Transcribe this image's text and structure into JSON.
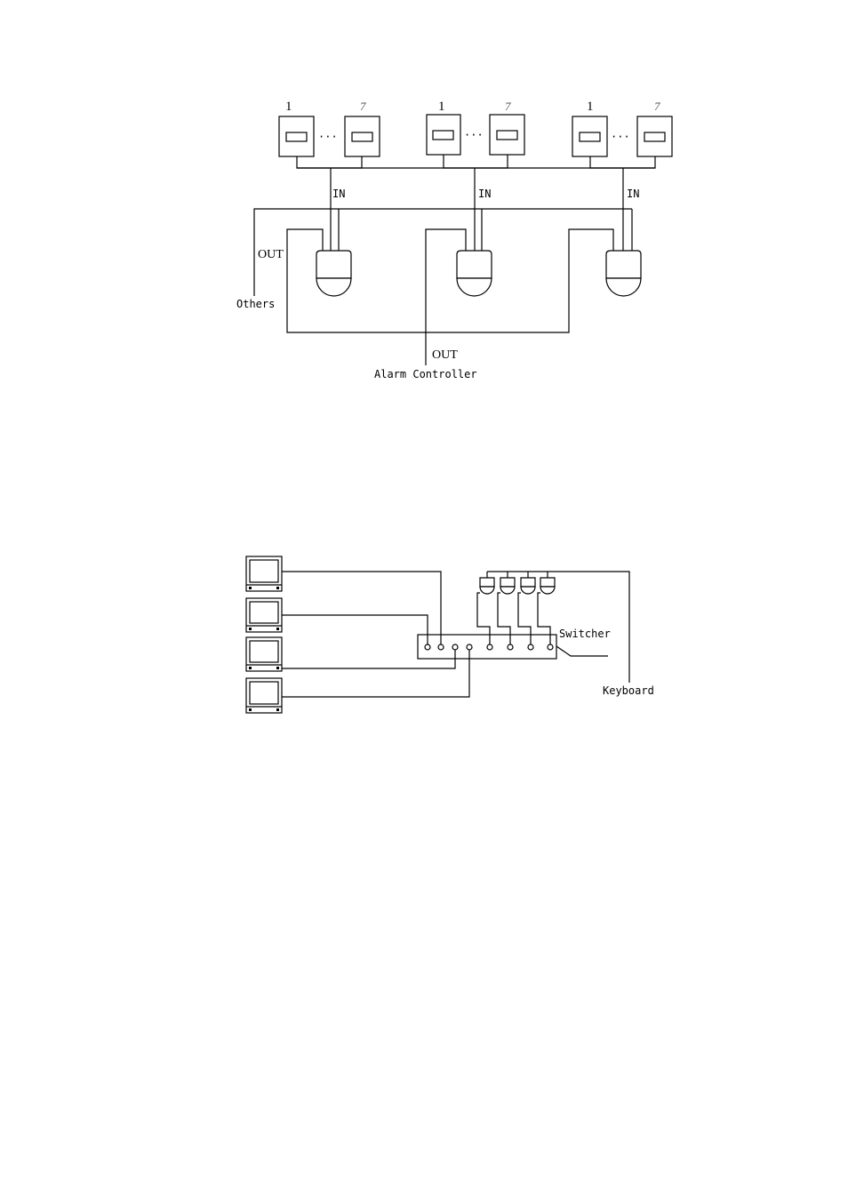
{
  "diagram1": {
    "groups": [
      {
        "first_label": "1",
        "last_label": "7",
        "ellipsis": "···",
        "in_label": "IN"
      },
      {
        "first_label": "1",
        "last_label": "7",
        "ellipsis": "···",
        "in_label": "IN"
      },
      {
        "first_label": "1",
        "last_label": "7",
        "ellipsis": "···",
        "in_label": "IN"
      }
    ],
    "out_label_left": "OUT",
    "others_label": "Others",
    "out_label_bottom": "OUT",
    "alarm_label": "Alarm Controller"
  },
  "diagram2": {
    "switcher_label": "Switcher",
    "keyboard_label": "Keyboard",
    "monitor_count": 4,
    "camera_count": 4
  }
}
